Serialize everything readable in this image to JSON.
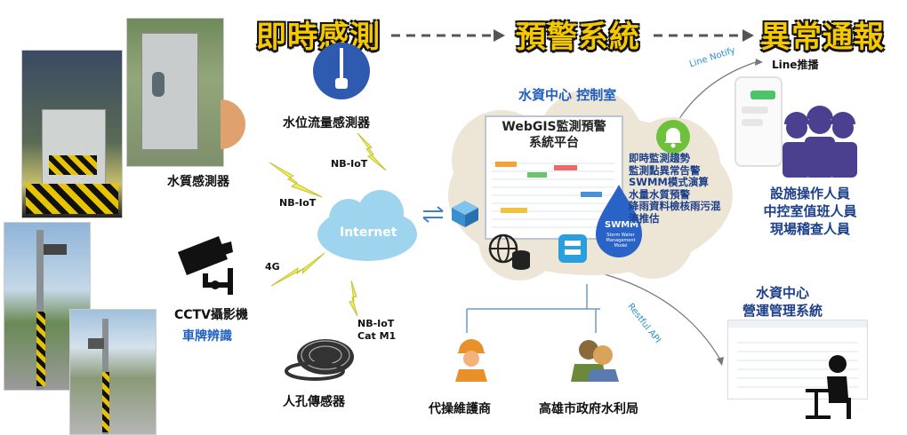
{
  "stages": {
    "realtime": "即時感測",
    "warning": "預警系統",
    "anomaly": "異常通報"
  },
  "sensors": {
    "water_level": "水位流量感測器",
    "water_quality": "水質感測器",
    "cctv": "CCTV攝影機",
    "plate": "車牌辨識",
    "manhole": "人孔傳感器"
  },
  "network": {
    "nbiot_1": "NB-IoT",
    "nbiot_2": "NB-IoT",
    "fourg": "4G",
    "nbiot_3": "NB-IoT",
    "catm1": "Cat M1",
    "internet": "Internet"
  },
  "control_room": {
    "title": "水資中心 控制室",
    "platform_line1": "WebGIS監測預警",
    "platform_line2": "系統平台",
    "features": [
      "即時監測趨勢",
      "監測點異常告警",
      "SWMM模式演算",
      "水量水質預警",
      "降雨資料檢核雨污混",
      "流推估"
    ],
    "swmm_title": "SWMM",
    "swmm_sub": [
      "Storm Water",
      "Management",
      "Model"
    ]
  },
  "notify": {
    "line_notify": "Line Notify",
    "line_push": "Line推播",
    "personnel": [
      "設施操作人員",
      "中控室值班人員",
      "現場稽查人員"
    ]
  },
  "api": {
    "restful": "Restful API",
    "ops_title_1": "水資中心",
    "ops_title_2": "營運管理系統"
  },
  "parties": {
    "contractor": "代操維護商",
    "bureau": "高雄市政府水利局"
  },
  "colors": {
    "accent_yellow": "#f5c800",
    "title_blue": "#1f5fbf",
    "navy": "#1c3f8a",
    "people_purple": "#4b3f8f",
    "bell_green": "#6dc13b"
  }
}
